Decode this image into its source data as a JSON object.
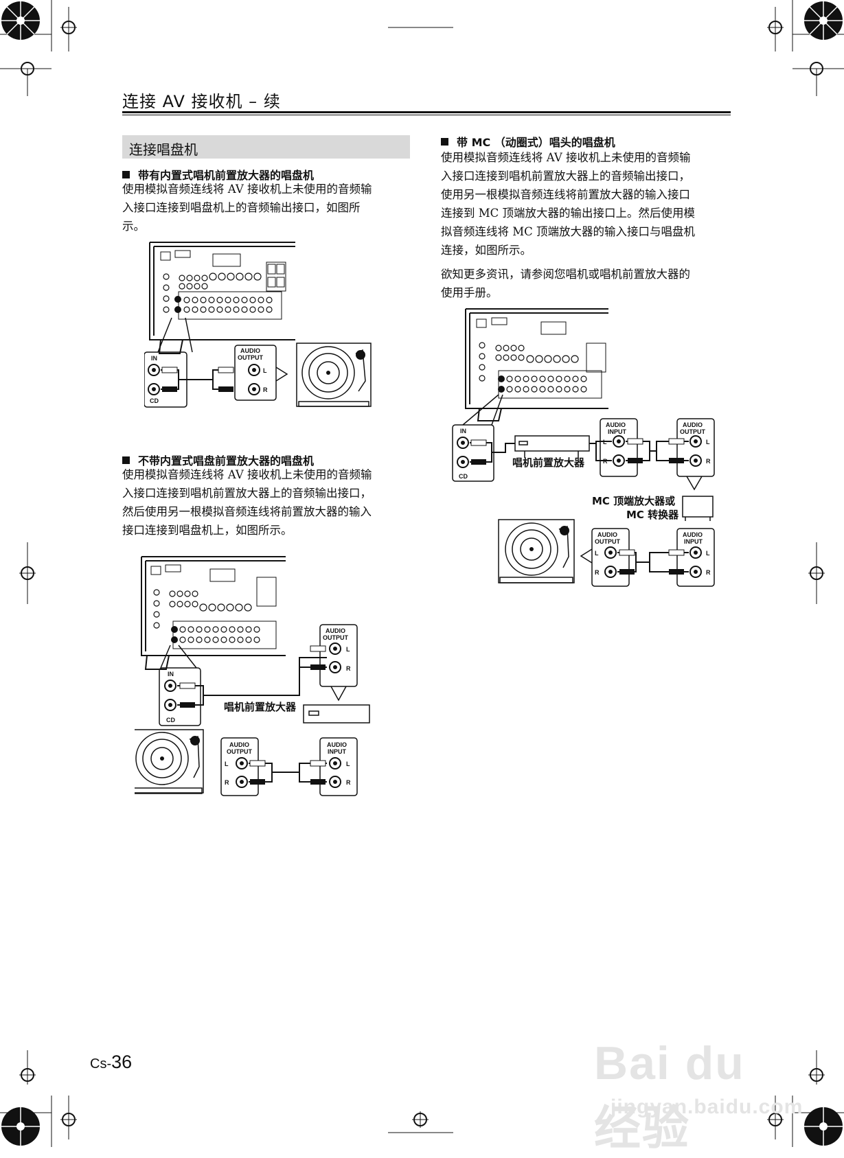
{
  "page_title": "连接 AV 接收机 – 续",
  "section_title": "连接唱盘机",
  "subsections": [
    {
      "heading": "带有内置式唱机前置放大器的唱盘机",
      "lines": [
        "使用模拟音频连线将 AV 接收机上未使用的音频输",
        "入接口连接到唱盘机上的音频输出接口，如图所",
        "示。"
      ]
    },
    {
      "heading": "不带内置式唱盘前置放大器的唱盘机",
      "lines": [
        "使用模拟音频连线将 AV 接收机上未使用的音频输",
        "入接口连接到唱机前置放大器上的音频输出接口，",
        "然后使用另一根模拟音频连线将前置放大器的输入",
        "接口连接到唱盘机上，如图所示。"
      ]
    },
    {
      "heading": "带 MC （动圈式）唱头的唱盘机",
      "lines": [
        "使用模拟音频连线将 AV 接收机上未使用的音频输",
        "入接口连接到唱机前置放大器上的音频输出接口，",
        "使用另一根模拟音频连线将前置放大器的输入接口",
        "连接到 MC 顶端放大器的输出接口上。然后使用模",
        "拟音频连线将 MC 顶端放大器的输入接口与唱盘机",
        "连接，如图所示。"
      ],
      "extra_lines": [
        "欲知更多资讯，请参阅您唱机或唱机前置放大器的",
        "使用手册。"
      ]
    }
  ],
  "labels": {
    "in": "IN",
    "cd": "CD",
    "audio": "AUDIO",
    "output": "OUTPUT",
    "input": "INPUT",
    "l": "L",
    "r": "R",
    "preamp": "唱机前置放大器",
    "mc_amp_line1": "MC 顶端放大器或",
    "mc_amp_line2": "MC 转换器"
  },
  "page_number_prefix": "Cs-",
  "page_number": "36",
  "watermark": {
    "line1": "Bai du 经验",
    "line2": "jingyan.baidu.com"
  }
}
